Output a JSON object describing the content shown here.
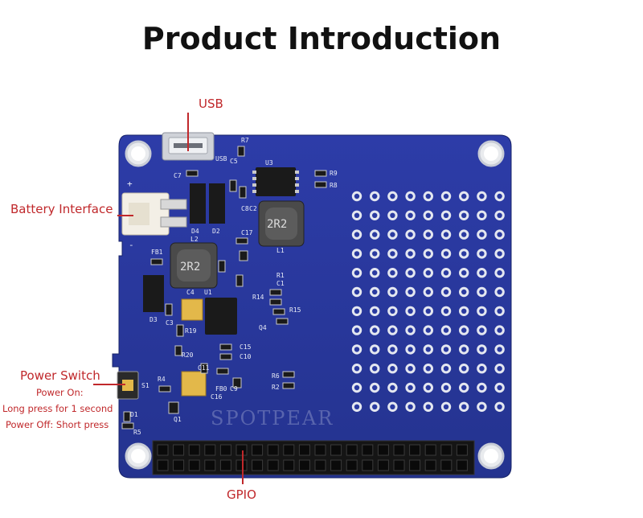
{
  "title": "Product Introduction",
  "labels": {
    "usb": "USB",
    "battery": "Battery Interface",
    "power_switch": "Power Switch",
    "power_on": "Power On:",
    "long_press": "Long press for 1 second",
    "power_off": "Power Off: Short press",
    "gpio": "GPIO"
  },
  "watermark": "SPOTPEAR",
  "silkscreen": {
    "chip_u3": "U3",
    "inductor": "2R2",
    "inductor_l2": "L2",
    "r9": "R9",
    "r8": "R8",
    "r7": "R7",
    "c5": "C5",
    "c7": "C7",
    "usb_text": "USB",
    "d4": "D4",
    "d2": "D2",
    "c8": "C8",
    "c2": "C2",
    "c17": "C17",
    "l1": "L1",
    "fb1": "FB1",
    "u1": "U1",
    "c4": "C4",
    "c3": "C3",
    "d3": "D3",
    "r1": "R1",
    "c1": "C1",
    "r14": "R14",
    "r15": "R15",
    "q4": "Q4",
    "r19": "R19",
    "r20": "R20",
    "c15": "C15",
    "c10": "C10",
    "c11": "C11",
    "c9": "C9",
    "fb0": "FB0",
    "r6": "R6",
    "r2": "R2",
    "c16": "C16",
    "r4": "R4",
    "s1": "S1",
    "d1": "D1",
    "r5": "R5",
    "q1": "Q1",
    "plus": "+",
    "minus": "-"
  },
  "colors": {
    "board": "#2a3aa0",
    "board_dark": "#1e2b82",
    "label": "#c0282b",
    "pad_white": "#eef0f6",
    "gold": "#e3b84a"
  }
}
